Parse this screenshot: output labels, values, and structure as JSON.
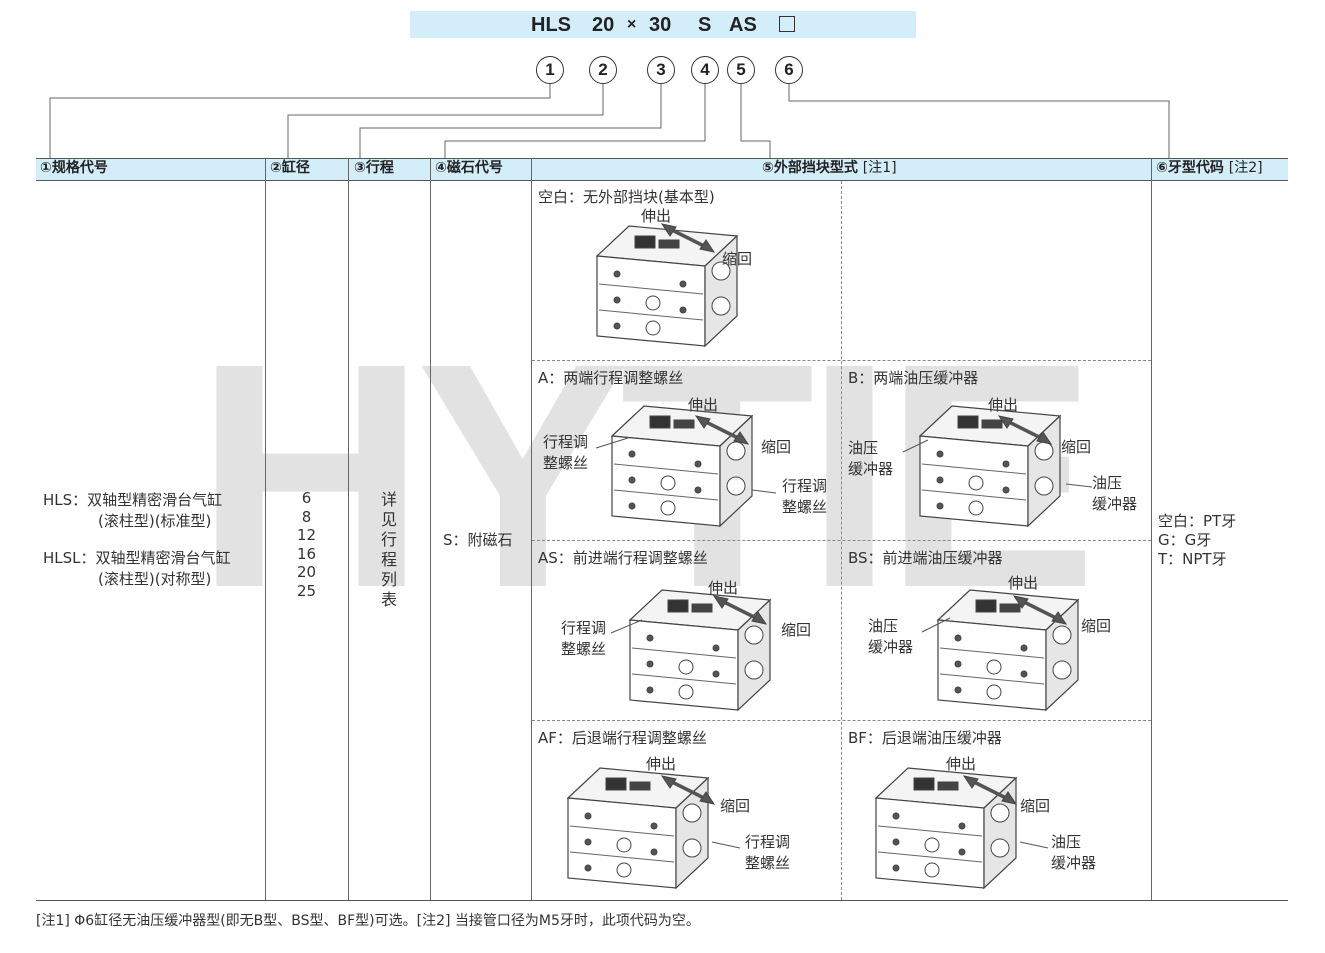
{
  "model_code": {
    "parts": [
      "HLS",
      "20",
      "×",
      "30",
      "S",
      "AS"
    ],
    "placeholder_box": "□",
    "bar_color": "#d4eef9"
  },
  "markers": [
    "1",
    "2",
    "3",
    "4",
    "5",
    "6"
  ],
  "header": {
    "col1": "①规格代号",
    "col2": "②缸径",
    "col3": "③行程",
    "col4": "④磁石代号",
    "col5_main": "⑤外部挡块型式",
    "col5_note": "[注1]",
    "col6_main": "⑥牙型代码",
    "col6_note": "[注2]"
  },
  "spec": {
    "hls_line1": "HLS：双轴型精密滑台气缸",
    "hls_line2": "(滚柱型)(标准型)",
    "hlsl_line1": "HLSL：双轴型精密滑台气缸",
    "hlsl_line2": "(滚柱型)(对称型)"
  },
  "bore_sizes": [
    "6",
    "8",
    "12",
    "16",
    "20",
    "25"
  ],
  "stroke": "详见行程列表",
  "magnet": "S：附磁石",
  "stopper": {
    "blank": "空白：无外部挡块(基本型)",
    "A": "A：两端行程调整螺丝",
    "B": "B：两端油压缓冲器",
    "AS": "AS：前进端行程调整螺丝",
    "BS": "BS：前进端油压缓冲器",
    "AF": "AF：后退端行程调整螺丝",
    "BF": "BF：后退端油压缓冲器",
    "extend": "伸出",
    "retract": "缩回",
    "screw_l1": "行程调",
    "screw_l2": "整螺丝",
    "buffer_l1": "油压",
    "buffer_l2": "缓冲器"
  },
  "thread": {
    "blank": "空白：PT牙",
    "g": "G：G牙",
    "t": "T：NPT牙"
  },
  "watermark": "HYTIE",
  "footnote": "[注1] Φ6缸径无油压缓冲器型(即无B型、BS型、BF型)可选。[注2] 当接管口径为M5牙时，此项代码为空。",
  "colors": {
    "header_bg": "#d4eef9",
    "line": "#666666",
    "watermark": "#e2e2e2"
  }
}
